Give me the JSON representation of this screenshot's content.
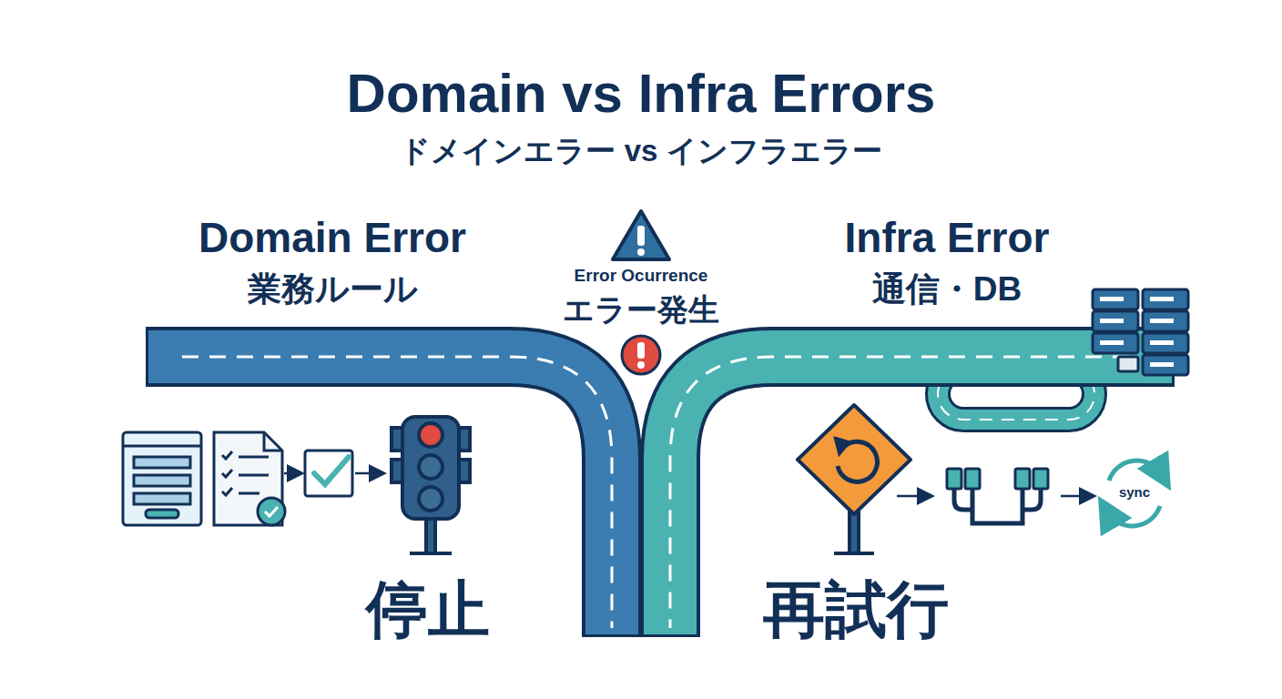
{
  "diagram": {
    "title": "Domain vs Infra Errors",
    "labels": [
      "ドメインエラー vs インフラエラー",
      "Domain Error",
      "業務ルール",
      "Error Ocurrence",
      "エラー発生",
      "Infra Error",
      "通信・DB",
      "停止",
      "再試行",
      "sync"
    ]
  }
}
